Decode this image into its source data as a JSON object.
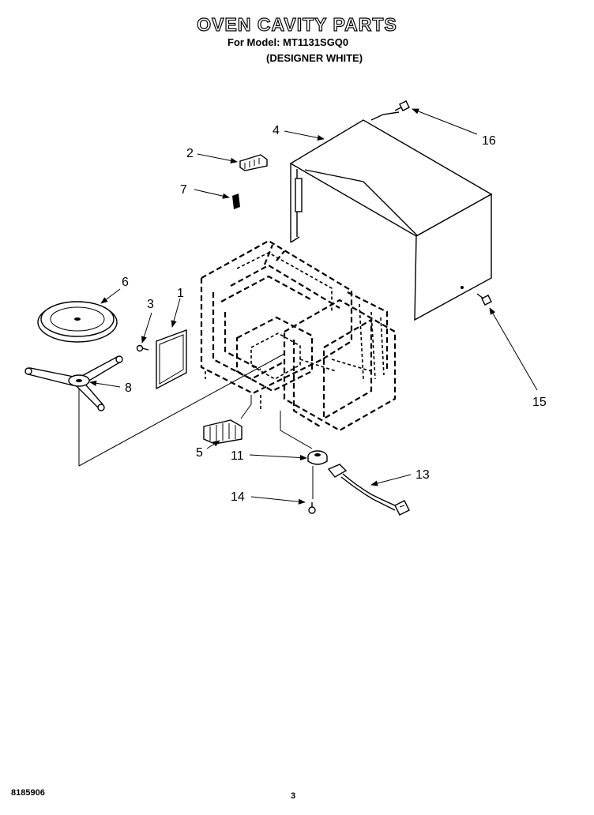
{
  "header": {
    "title": "OVEN CAVITY PARTS",
    "model_line": "For Model: MT1131SGQ0",
    "variant": "(DESIGNER WHITE)"
  },
  "footer": {
    "doc_number": "8185906",
    "page_number": "3"
  },
  "callouts": [
    "1",
    "2",
    "3",
    "4",
    "5",
    "6",
    "7",
    "8",
    "11",
    "13",
    "14",
    "15",
    "16"
  ]
}
